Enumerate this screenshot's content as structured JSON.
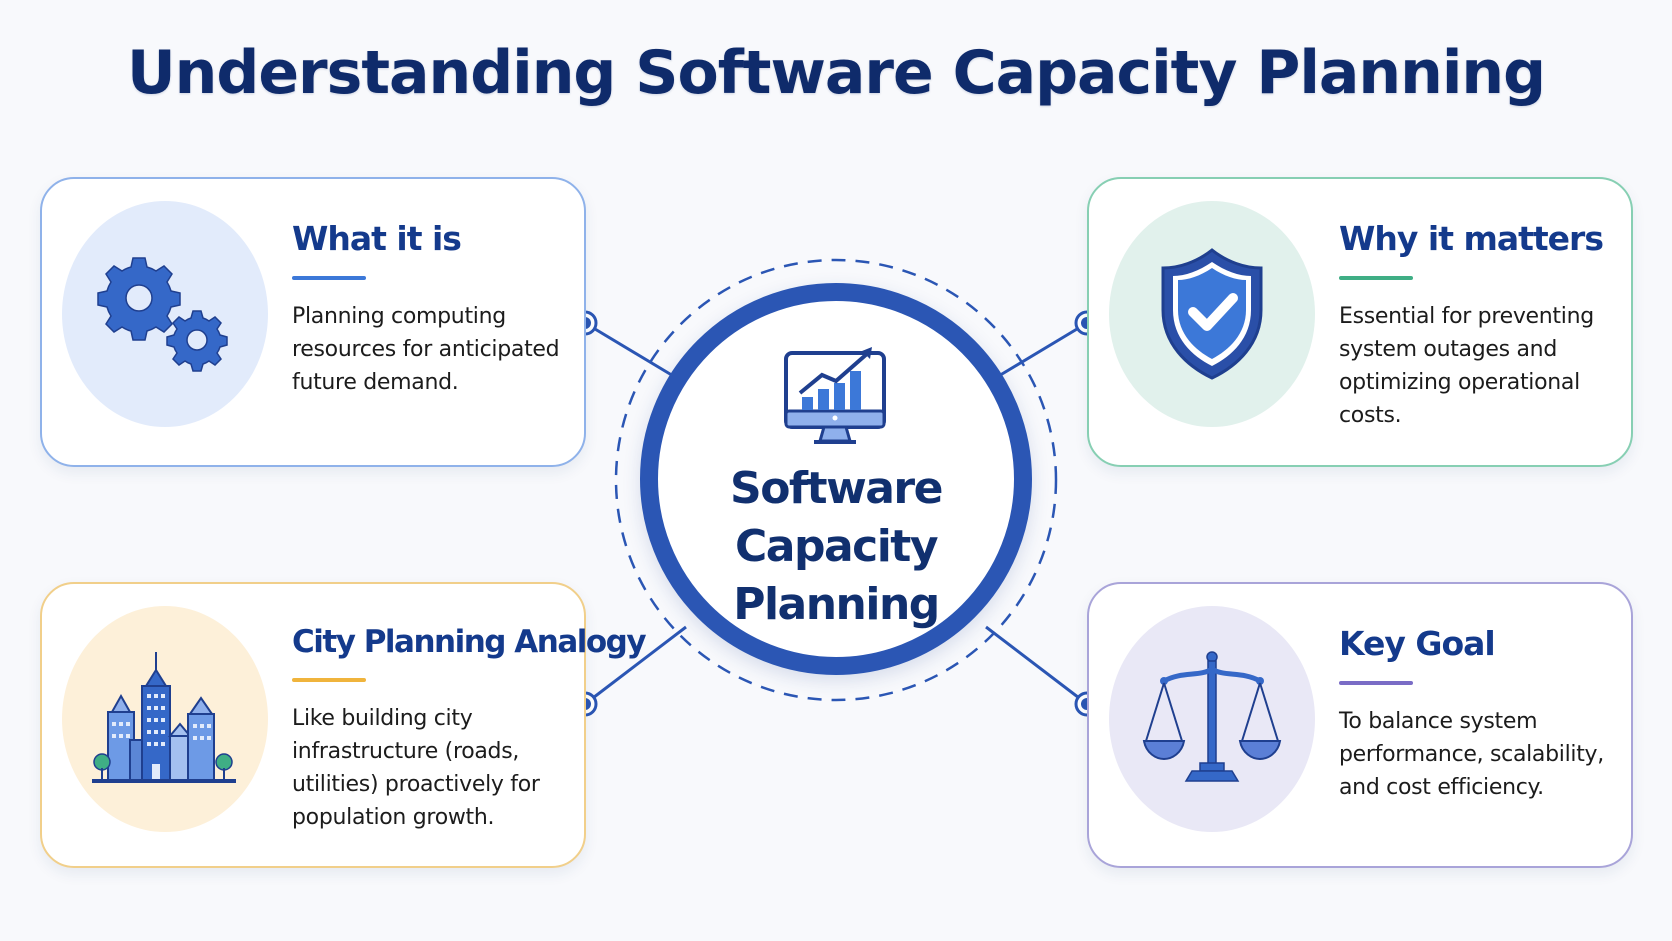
{
  "title": "Understanding Software Capacity Planning",
  "center": {
    "label_lines": [
      "Software",
      "Capacity",
      "Planning"
    ],
    "icon": "monitor-growth-chart-icon",
    "ring_color": "#2b56b4",
    "dashed_ring_color": "#2b56b4"
  },
  "cards": [
    {
      "position": "top-left",
      "title": "What it is",
      "icon": "gears-icon",
      "accent_color": "#3c78d8",
      "body": "Planning computing resources for anticipated future demand."
    },
    {
      "position": "top-right",
      "title": "Why it matters",
      "icon": "shield-check-icon",
      "accent_color": "#3fae85",
      "body": "Essential for preventing system outages and optimizing operational costs."
    },
    {
      "position": "bottom-left",
      "title": "City Planning Analogy",
      "icon": "city-buildings-icon",
      "accent_color": "#f0b43c",
      "body": "Like building city infrastructure (roads, utilities) proactively for population growth."
    },
    {
      "position": "bottom-right",
      "title": "Key Goal",
      "icon": "balance-scale-icon",
      "accent_color": "#7a6cc6",
      "body": "To balance system performance, scalability, and cost efficiency."
    }
  ],
  "colors": {
    "title": "#0f2b6b",
    "card_title": "#143a8c",
    "body_text": "#1c1c1c",
    "connector": "#2b56b4"
  }
}
